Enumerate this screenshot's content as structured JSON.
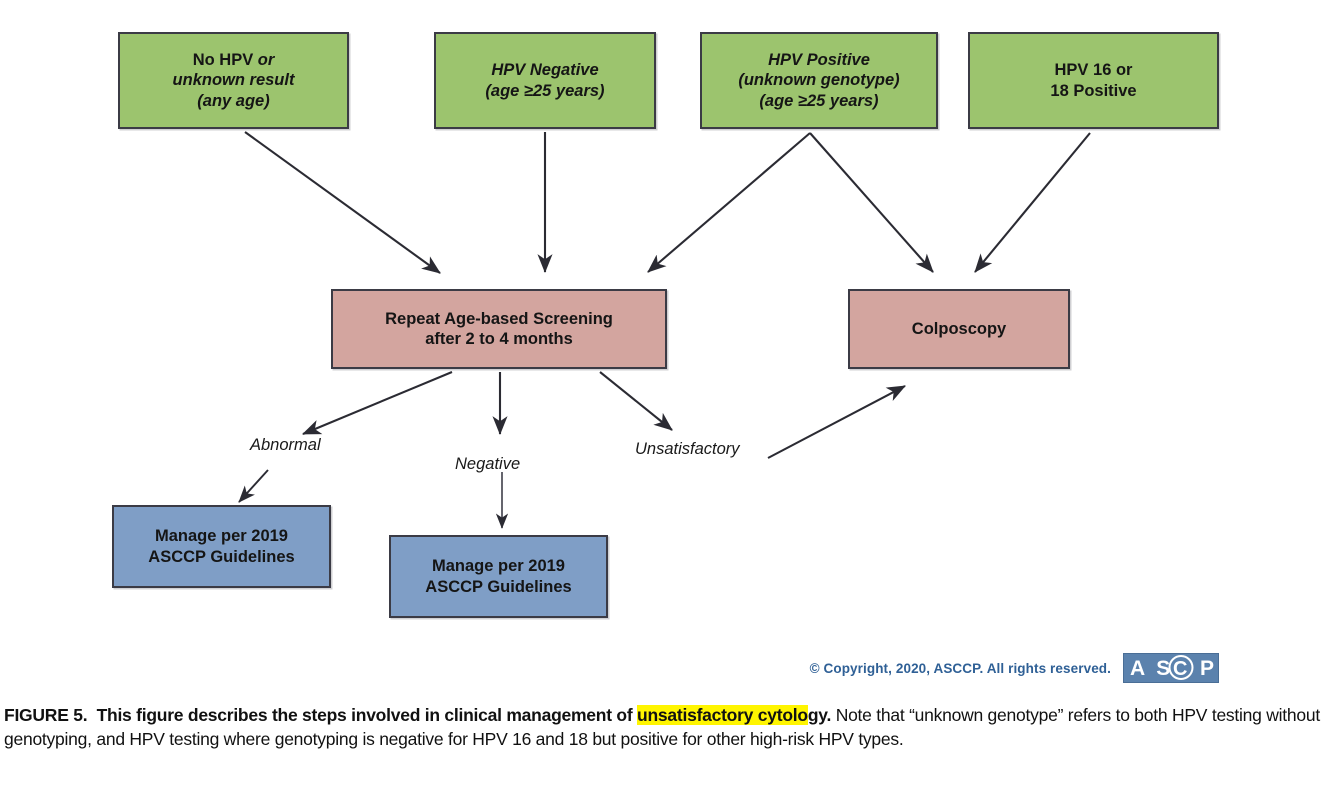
{
  "figure": {
    "id": "FIGURE 5.",
    "caption_bold_part": "This figure describes the steps involved in clinical management of ",
    "caption_highlight": "unsatisfactory cytolo",
    "caption_bold_tail": "gy.",
    "caption_rest": " Note that “unknown genotype” refers to both HPV testing without genotyping, and HPV testing where genotyping is negative for HPV 16 and 18 but positive for other high-risk HPV types.",
    "copyright": "© Copyright, 2020, ASCCP. All rights reserved.",
    "logo_text": "ASCCP",
    "logo_alt": "asccp-logo"
  },
  "colors": {
    "green": "#9cc46e",
    "pink": "#d3a59f",
    "blue": "#7f9ec6",
    "border": "#3b3b45",
    "arrow": "#2b2b33",
    "copyright_blue": "#2f6096",
    "highlight_yellow": "#fff500"
  },
  "nodes": {
    "inputs": [
      {
        "name": "no-hpv-or-unknown-result",
        "lines": [
          {
            "text": "No HPV ",
            "style": "normal"
          },
          {
            "text": "or",
            "style": "italic"
          },
          {
            "text": "unknown result",
            "style": "italic"
          },
          {
            "text": "(any age)",
            "style": "italic"
          }
        ],
        "line1": "No HPV or",
        "line2": "unknown result",
        "line3": "(any age)",
        "color": "green"
      },
      {
        "name": "hpv-negative",
        "line1": "HPV Negative",
        "line2": "(age ≥25 years)",
        "line3": "",
        "color": "green"
      },
      {
        "name": "hpv-positive-unknown-genotype",
        "line1": "HPV Positive",
        "line2": "(unknown genotype)",
        "line3": "(age ≥25 years)",
        "color": "green"
      },
      {
        "name": "hpv-16-or-18-positive",
        "line1": "HPV 16 or",
        "line2": "18 Positive",
        "line3": "",
        "color": "green"
      }
    ],
    "actions": [
      {
        "name": "repeat-age-based-screening",
        "line1": "Repeat Age-based Screening",
        "line2": "after 2 to 4 months",
        "color": "pink"
      },
      {
        "name": "colposcopy",
        "line1": "Colposcopy",
        "line2": "",
        "color": "pink"
      }
    ],
    "outcomes": [
      {
        "name": "manage-per-2019-asccp-guidelines-abnormal",
        "line1": "Manage per 2019",
        "line2": "ASCCP Guidelines",
        "color": "blue"
      },
      {
        "name": "manage-per-2019-asccp-guidelines-negative",
        "line1": "Manage per 2019",
        "line2": "ASCCP Guidelines",
        "color": "blue"
      }
    ]
  },
  "edge_labels": [
    {
      "name": "edge-label-abnormal",
      "text": "Abnormal"
    },
    {
      "name": "edge-label-negative",
      "text": "Negative"
    },
    {
      "name": "edge-label-unsatisfactory",
      "text": "Unsatisfactory"
    }
  ],
  "chart_data": {
    "type": "diagram",
    "title": "Clinical management of unsatisfactory cytology",
    "nodes": [
      {
        "id": "n1",
        "label": "No HPV or unknown result (any age)",
        "group": "input",
        "color": "#9cc46e"
      },
      {
        "id": "n2",
        "label": "HPV Negative (age ≥25 years)",
        "group": "input",
        "color": "#9cc46e"
      },
      {
        "id": "n3",
        "label": "HPV Positive (unknown genotype) (age ≥25 years)",
        "group": "input",
        "color": "#9cc46e"
      },
      {
        "id": "n4",
        "label": "HPV 16 or 18 Positive",
        "group": "input",
        "color": "#9cc46e"
      },
      {
        "id": "n5",
        "label": "Repeat Age-based Screening after 2 to 4 months",
        "group": "action",
        "color": "#d3a59f"
      },
      {
        "id": "n6",
        "label": "Colposcopy",
        "group": "action",
        "color": "#d3a59f"
      },
      {
        "id": "n7",
        "label": "Manage per 2019 ASCCP Guidelines",
        "group": "outcome",
        "color": "#7f9ec6"
      },
      {
        "id": "n8",
        "label": "Manage per 2019 ASCCP Guidelines",
        "group": "outcome",
        "color": "#7f9ec6"
      }
    ],
    "edges": [
      {
        "from": "n1",
        "to": "n5",
        "label": ""
      },
      {
        "from": "n2",
        "to": "n5",
        "label": ""
      },
      {
        "from": "n3",
        "to": "n5",
        "label": ""
      },
      {
        "from": "n3",
        "to": "n6",
        "label": ""
      },
      {
        "from": "n4",
        "to": "n6",
        "label": ""
      },
      {
        "from": "n5",
        "to": "n7",
        "label": "Abnormal"
      },
      {
        "from": "n5",
        "to": "n8",
        "label": "Negative"
      },
      {
        "from": "n5",
        "to": "n6",
        "label": "Unsatisfactory"
      }
    ]
  }
}
